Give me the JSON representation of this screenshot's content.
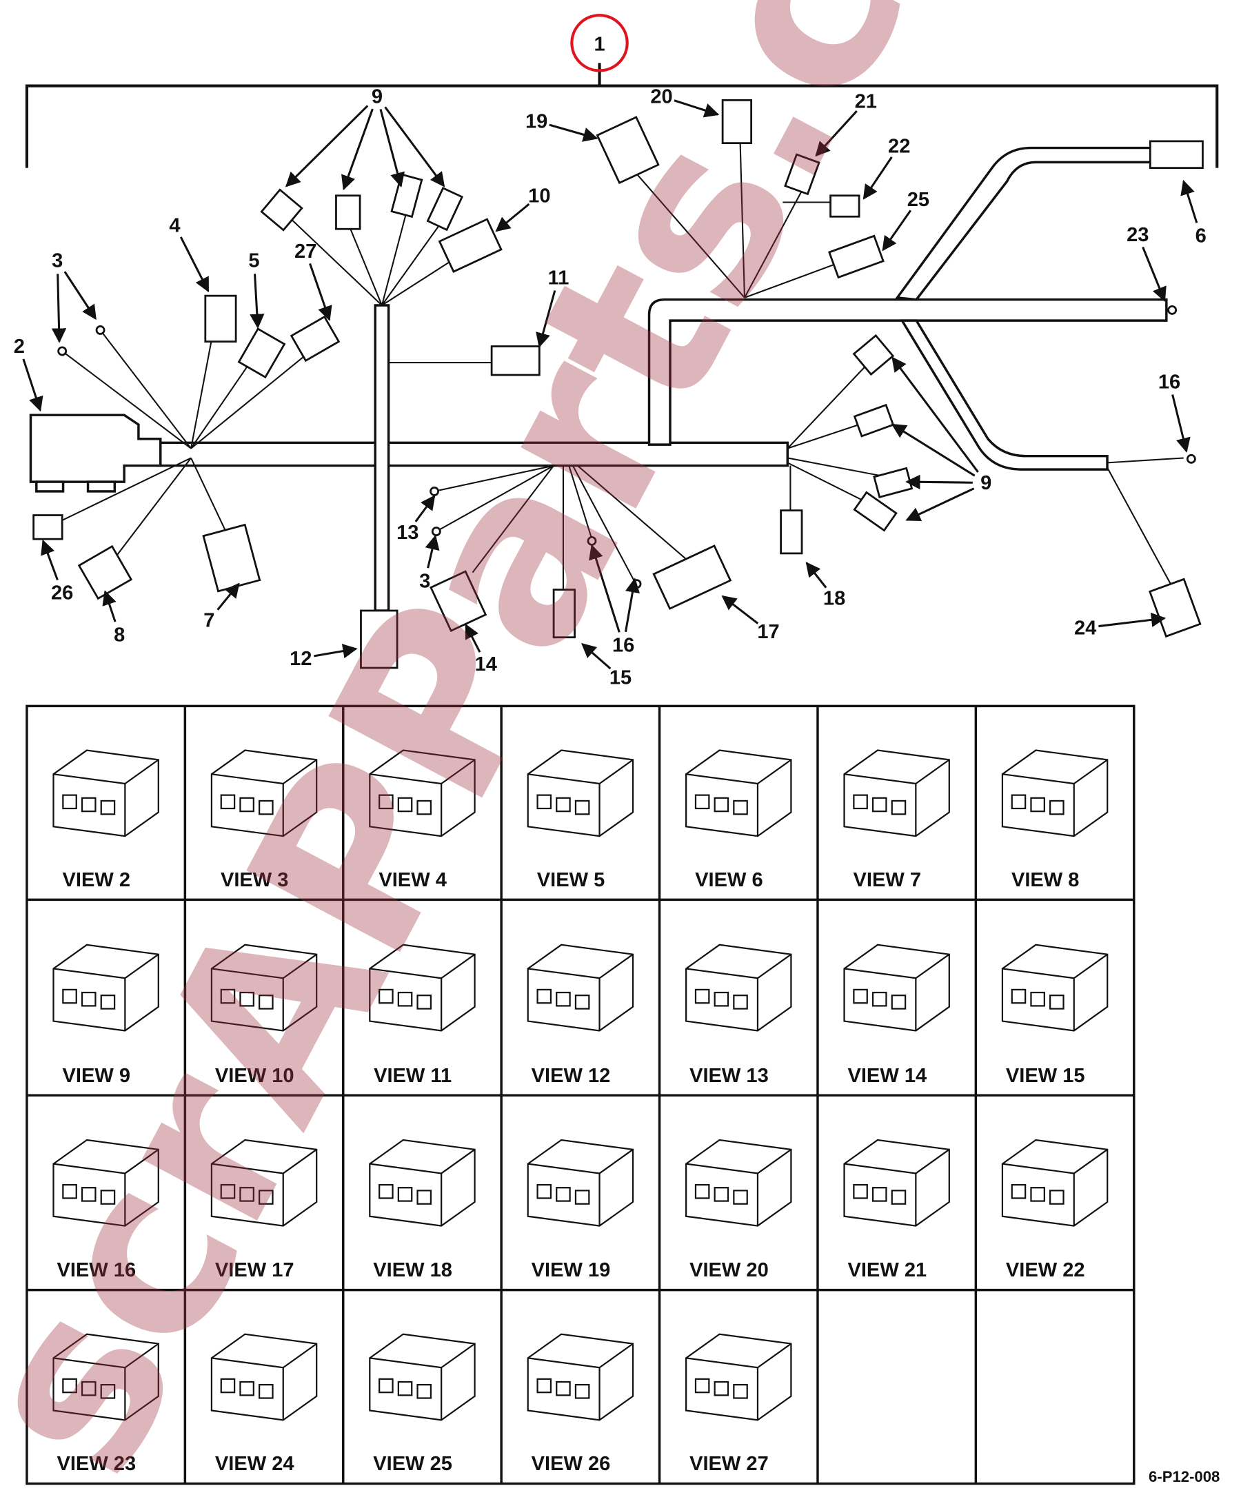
{
  "diagram": {
    "assembly_callout": "1",
    "callouts": [
      "9",
      "20",
      "21",
      "19",
      "22",
      "10",
      "25",
      "4",
      "3",
      "5",
      "27",
      "11",
      "23",
      "6",
      "2",
      "16",
      "9",
      "13",
      "3",
      "26",
      "8",
      "7",
      "18",
      "17",
      "16",
      "24",
      "12",
      "14",
      "15"
    ],
    "views": [
      "VIEW 2",
      "VIEW 3",
      "VIEW 4",
      "VIEW 5",
      "VIEW 6",
      "VIEW 7",
      "VIEW 8",
      "VIEW 9",
      "VIEW 10",
      "VIEW 11",
      "VIEW 12",
      "VIEW 13",
      "VIEW 14",
      "VIEW 15",
      "VIEW 16",
      "VIEW 17",
      "VIEW 18",
      "VIEW 19",
      "VIEW 20",
      "VIEW 21",
      "VIEW 22",
      "VIEW 23",
      "VIEW 24",
      "VIEW 25",
      "VIEW 26",
      "VIEW 27"
    ],
    "figure_code": "6-P12-008",
    "watermark": "scrAPParts.com",
    "colors": {
      "ink": "#111111",
      "highlight_circle": "#e0141e",
      "watermark": "#a03040"
    }
  }
}
